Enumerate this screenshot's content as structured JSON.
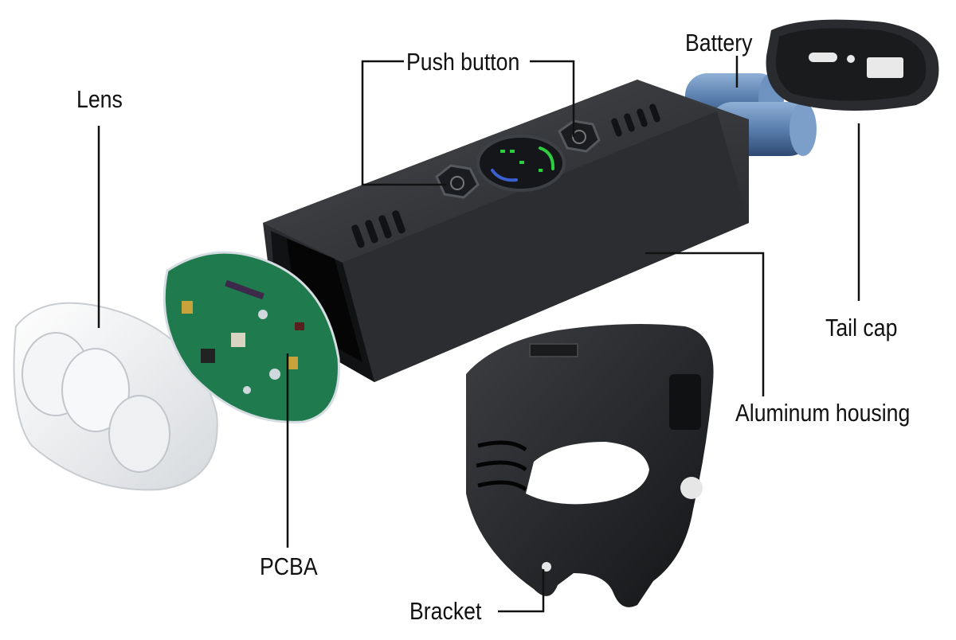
{
  "diagram": {
    "labels": {
      "push_button": "Push button",
      "battery": "Battery",
      "lens": "Lens",
      "tail_cap": "Tail cap",
      "aluminum_housing": "Aluminum housing",
      "pcba": "PCBA",
      "bracket": "Bracket"
    },
    "colors": {
      "housing": "#2b2d30",
      "battery": "#5a7fae",
      "pcb": "#1f7a4d",
      "indicator": "#2ecc40",
      "leader_line": "#111111"
    }
  }
}
